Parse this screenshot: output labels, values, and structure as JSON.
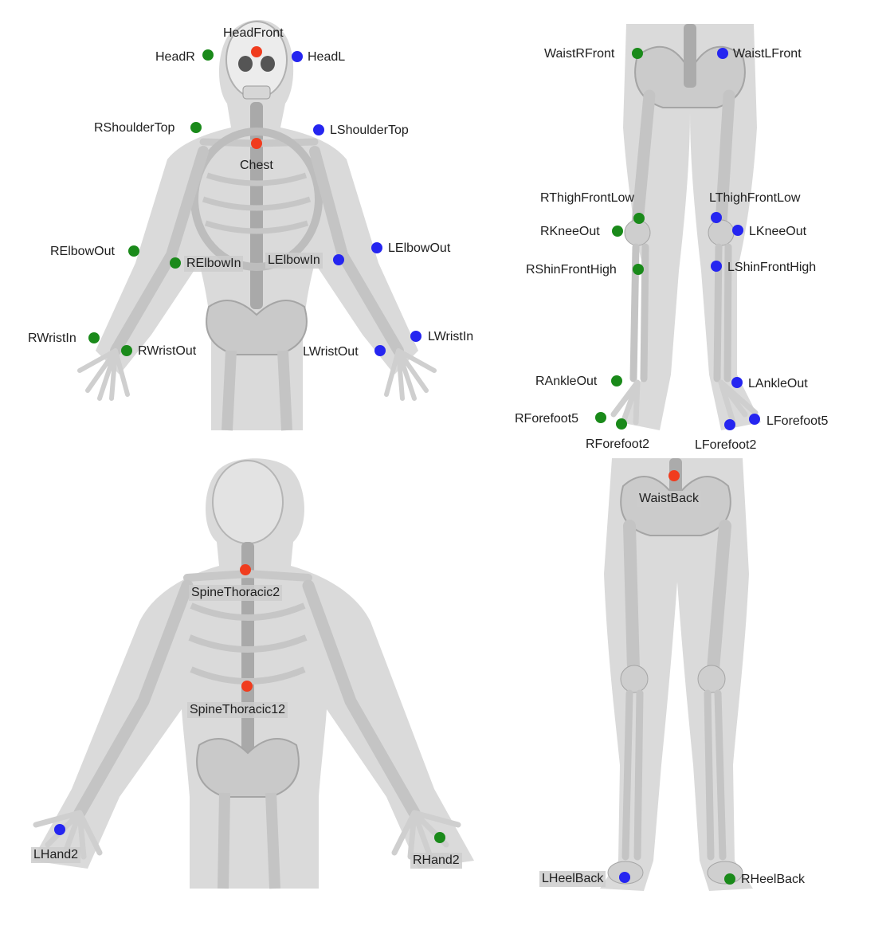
{
  "colors": {
    "left_marker": "#2525f0",
    "right_marker": "#1a8a1a",
    "center_marker": "#f03c1e",
    "silhouette": "#d8d8d8",
    "bone": "#c2c2c2",
    "bone_dark": "#a8a8a8"
  },
  "panels": {
    "front_upper": "front-upper-body",
    "front_lower": "front-lower-body",
    "back_upper": "back-upper-body",
    "back_lower": "back-lower-body"
  },
  "markers": [
    {
      "id": "head-front",
      "label": "HeadFront",
      "side": "center"
    },
    {
      "id": "head-r",
      "label": "HeadR",
      "side": "right"
    },
    {
      "id": "head-l",
      "label": "HeadL",
      "side": "left"
    },
    {
      "id": "rshoulder-top",
      "label": "RShoulderTop",
      "side": "right"
    },
    {
      "id": "lshoulder-top",
      "label": "LShoulderTop",
      "side": "left"
    },
    {
      "id": "chest",
      "label": "Chest",
      "side": "center"
    },
    {
      "id": "relbow-out",
      "label": "RElbowOut",
      "side": "right"
    },
    {
      "id": "relbow-in",
      "label": "RElbowIn",
      "side": "right"
    },
    {
      "id": "lelbow-in",
      "label": "LElbowIn",
      "side": "left"
    },
    {
      "id": "lelbow-out",
      "label": "LElbowOut",
      "side": "left"
    },
    {
      "id": "rwrist-in",
      "label": "RWristIn",
      "side": "right"
    },
    {
      "id": "rwrist-out",
      "label": "RWristOut",
      "side": "right"
    },
    {
      "id": "lwrist-out",
      "label": "LWristOut",
      "side": "left"
    },
    {
      "id": "lwrist-in",
      "label": "LWristIn",
      "side": "left"
    },
    {
      "id": "waist-r-front",
      "label": "WaistRFront",
      "side": "right"
    },
    {
      "id": "waist-l-front",
      "label": "WaistLFront",
      "side": "left"
    },
    {
      "id": "rthigh-front-low",
      "label": "RThighFrontLow",
      "side": "right"
    },
    {
      "id": "lthigh-front-low",
      "label": "LThighFrontLow",
      "side": "left"
    },
    {
      "id": "rknee-out",
      "label": "RKneeOut",
      "side": "right"
    },
    {
      "id": "lknee-out",
      "label": "LKneeOut",
      "side": "left"
    },
    {
      "id": "rshin-front-high",
      "label": "RShinFrontHigh",
      "side": "right"
    },
    {
      "id": "lshin-front-high",
      "label": "LShinFrontHigh",
      "side": "left"
    },
    {
      "id": "rankle-out",
      "label": "RAnkleOut",
      "side": "right"
    },
    {
      "id": "lankle-out",
      "label": "LAnkleOut",
      "side": "left"
    },
    {
      "id": "rforefoot5",
      "label": "RForefoot5",
      "side": "right"
    },
    {
      "id": "rforefoot2",
      "label": "RForefoot2",
      "side": "right"
    },
    {
      "id": "lforefoot2",
      "label": "LForefoot2",
      "side": "left"
    },
    {
      "id": "lforefoot5",
      "label": "LForefoot5",
      "side": "left"
    },
    {
      "id": "spine-thoracic2",
      "label": "SpineThoracic2",
      "side": "center"
    },
    {
      "id": "spine-thoracic12",
      "label": "SpineThoracic12",
      "side": "center"
    },
    {
      "id": "lhand2",
      "label": "LHand2",
      "side": "left"
    },
    {
      "id": "rhand2",
      "label": "RHand2",
      "side": "right"
    },
    {
      "id": "waist-back",
      "label": "WaistBack",
      "side": "center"
    },
    {
      "id": "lheel-back",
      "label": "LHeelBack",
      "side": "left"
    },
    {
      "id": "rheel-back",
      "label": "RHeelBack",
      "side": "right"
    }
  ]
}
